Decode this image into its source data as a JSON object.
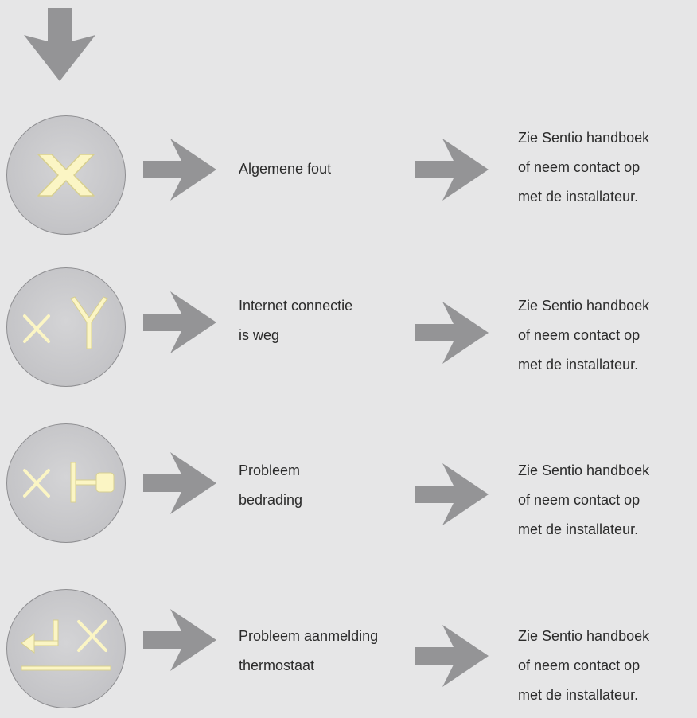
{
  "colors": {
    "background": "#e6e6e7",
    "arrow": "#949496",
    "icon_fill": "#fbf5c4",
    "icon_stroke": "#d7cf8f",
    "text": "#2b2b2b"
  },
  "rows": [
    {
      "icon": "error-x-icon",
      "label_lines": [
        "Algemene fout"
      ],
      "advice_lines": [
        "Zie Sentio handboek",
        "of neem contact op",
        "met de installateur."
      ]
    },
    {
      "icon": "x-antenna-icon",
      "label_lines": [
        "Internet connectie",
        "is weg"
      ],
      "advice_lines": [
        "Zie Sentio handboek",
        "of neem contact op",
        "met de installateur."
      ]
    },
    {
      "icon": "x-wiring-icon",
      "label_lines": [
        "Probleem",
        "bedrading"
      ],
      "advice_lines": [
        "Zie Sentio handboek",
        "of neem contact op",
        "met de installateur."
      ]
    },
    {
      "icon": "enter-x-icon",
      "label_lines": [
        "Probleem aanmelding",
        "thermostaat"
      ],
      "advice_lines": [
        "Zie Sentio handboek",
        "of neem contact op",
        "met de installateur."
      ]
    }
  ]
}
